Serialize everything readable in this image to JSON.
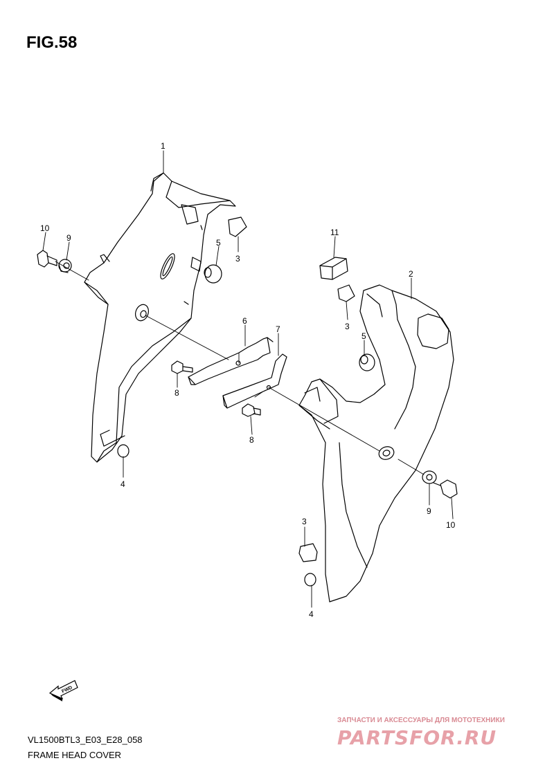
{
  "figure": {
    "title": "FIG.58"
  },
  "callouts": [
    {
      "id": "c1",
      "label": "1"
    },
    {
      "id": "c2",
      "label": "2"
    },
    {
      "id": "c3a",
      "label": "3"
    },
    {
      "id": "c3b",
      "label": "3"
    },
    {
      "id": "c3c",
      "label": "3"
    },
    {
      "id": "c4a",
      "label": "4"
    },
    {
      "id": "c4b",
      "label": "4"
    },
    {
      "id": "c5a",
      "label": "5"
    },
    {
      "id": "c5b",
      "label": "5"
    },
    {
      "id": "c6",
      "label": "6"
    },
    {
      "id": "c7",
      "label": "7"
    },
    {
      "id": "c8a",
      "label": "8"
    },
    {
      "id": "c8b",
      "label": "8"
    },
    {
      "id": "c9a",
      "label": "9"
    },
    {
      "id": "c9b",
      "label": "9"
    },
    {
      "id": "c10a",
      "label": "10"
    },
    {
      "id": "c10b",
      "label": "10"
    },
    {
      "id": "c11",
      "label": "11"
    }
  ],
  "fwd_icon": {
    "label": "FWD",
    "icon": "fwd-arrow-icon"
  },
  "footer": {
    "code": "VL1500BTL3_E03_E28_058",
    "title": "FRAME HEAD COVER"
  },
  "watermark": {
    "tagline": "ЗАПЧАСТИ И АКСЕССУАРЫ ДЛЯ МОТОТЕХНИКИ",
    "brand": "PARTSFOR.RU",
    "color": "#e7a1a8"
  }
}
